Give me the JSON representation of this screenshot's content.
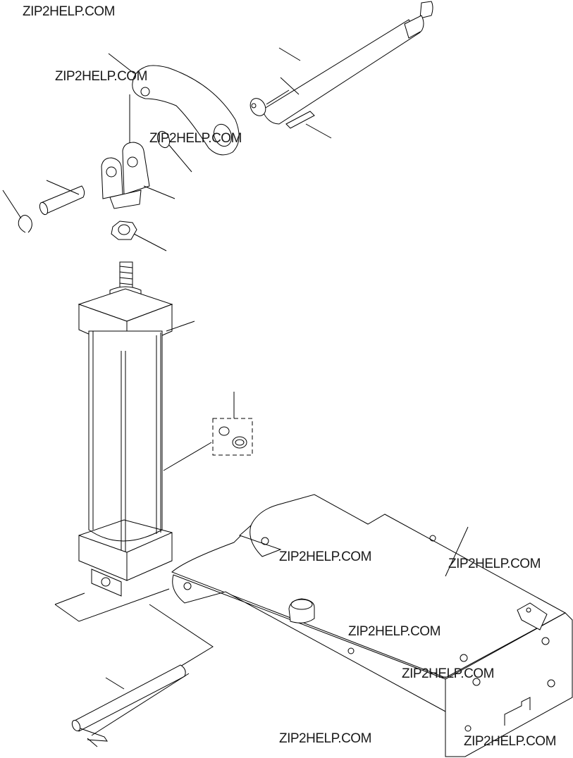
{
  "watermarks": [
    "ZIP2HELP.COM",
    "ZIP2HELP.COM",
    "ZIP2HELP.COM",
    "ZIP2HELP.COM",
    "ZIP2HELP.COM",
    "ZIP2HELP.COM",
    "ZIP2HELP.COM",
    "ZIP2HELP.COM",
    "ZIP2HELP.COM"
  ]
}
